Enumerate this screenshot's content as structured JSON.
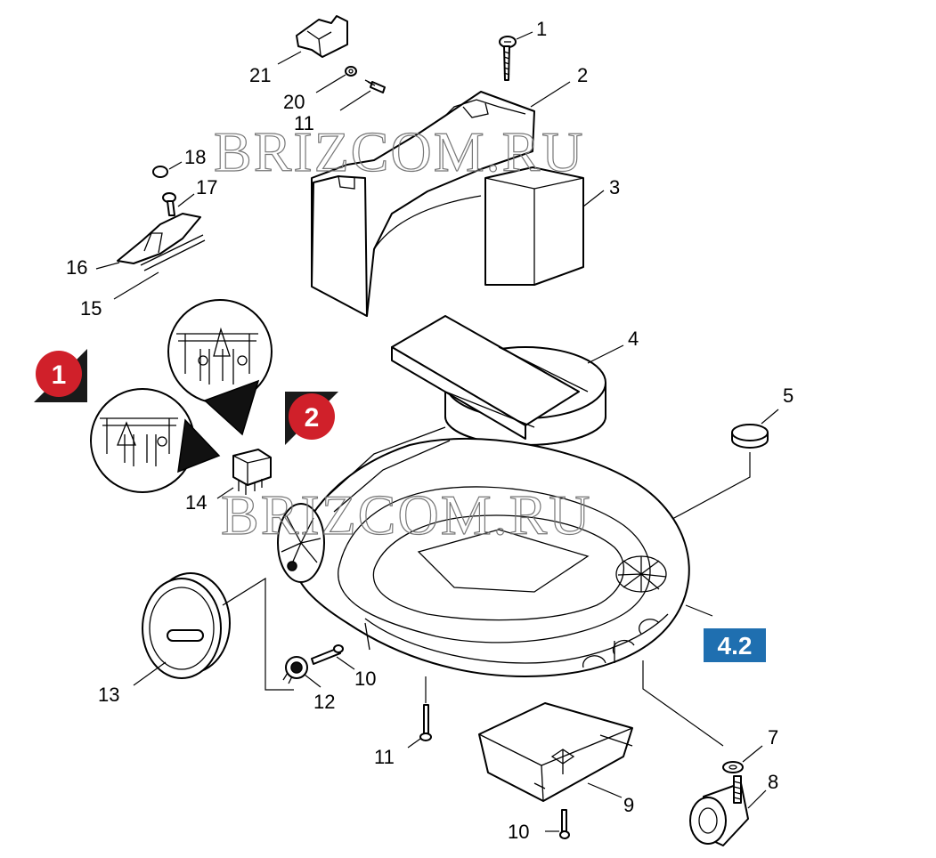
{
  "watermark": "BRIZCOM.RU",
  "section_label": "4.2",
  "step_badges": [
    "1",
    "2"
  ],
  "colors": {
    "badge_red": "#d0202a",
    "badge_shadow": "#1a1a1a",
    "section_blue": "#1f6fb0",
    "line": "#000000"
  },
  "part_numbers": {
    "p1": "1",
    "p2": "2",
    "p3": "3",
    "p4": "4",
    "p5": "5",
    "p7": "7",
    "p8": "8",
    "p9": "9",
    "p10a": "10",
    "p10b": "10",
    "p11a": "11",
    "p11b": "11",
    "p12": "12",
    "p13": "13",
    "p14": "14",
    "p15": "15",
    "p16": "16",
    "p17": "17",
    "p18": "18",
    "p20": "20",
    "p21": "21"
  }
}
